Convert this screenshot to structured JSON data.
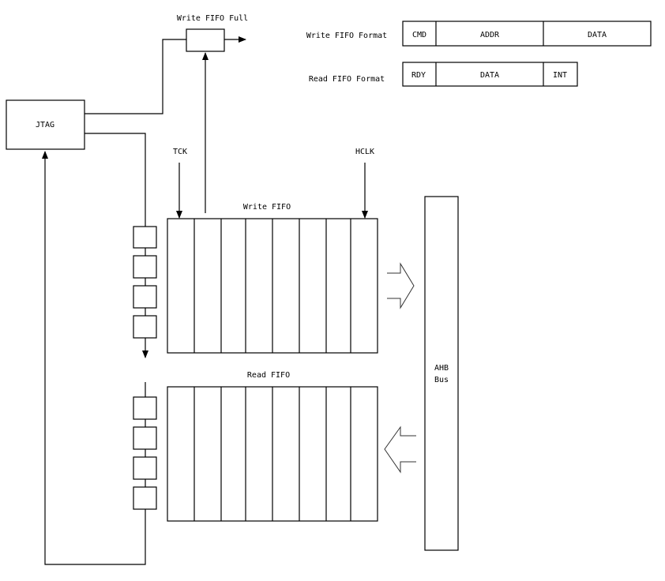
{
  "labels": {
    "write_fifo_full": "Write FIFO Full",
    "write_fifo_format": "Write FIFO Format",
    "read_fifo_format": "Read FIFO Format",
    "jtag": "JTAG",
    "tck": "TCK",
    "hclk": "HCLK",
    "write_fifo": "Write FIFO",
    "read_fifo": "Read FIFO",
    "ahb_bus_line1": "AHB",
    "ahb_bus_line2": "Bus"
  },
  "write_format_fields": [
    "CMD",
    "ADDR",
    "DATA"
  ],
  "read_format_fields": [
    "RDY",
    "DATA",
    "INT"
  ],
  "write_fifo_slots": 8,
  "read_fifo_slots": 8,
  "shift_register_cells": 4
}
